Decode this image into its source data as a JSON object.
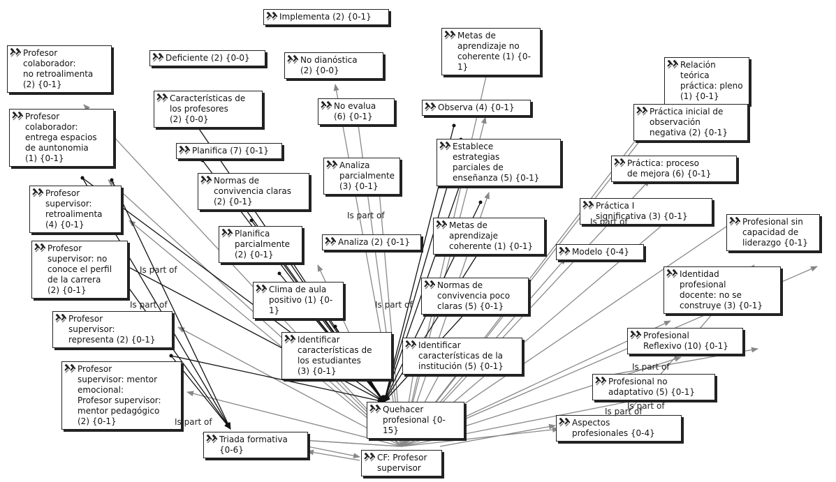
{
  "nodes": [
    {
      "id": "implementa",
      "label": "Implementa  (2) {0-1}"
    },
    {
      "id": "deficiente",
      "label": "Deficiente (2) {0-0}"
    },
    {
      "id": "no_dianostica",
      "label": "No dianóstica\n(2) {0-0}"
    },
    {
      "id": "metas_no_coherente",
      "label": "Metas de\naprendizaje no\ncoherente (1) {0-1}"
    },
    {
      "id": "relacion_teorica",
      "label": "Relación teórica\npráctica: pleno\n(1) {0-1}"
    },
    {
      "id": "prof_colab_no_retro",
      "label": "Profesor\ncolaborador:\nno retroalimenta\n(2) {0-1}"
    },
    {
      "id": "caract_profesores",
      "label": "Características de\nlos profesores\n(2) {0-0}"
    },
    {
      "id": "no_evalua",
      "label": "No evalua\n(6) {0-1}"
    },
    {
      "id": "observa",
      "label": "Observa (4) {0-1}"
    },
    {
      "id": "practica_inicial",
      "label": "Práctica inicial de\nobservación\nnegativa (2) {0-1}"
    },
    {
      "id": "prof_colab_entrega",
      "label": "Profesor\ncolaborador:\nentrega espacios\nde auntonomia\n(1) {0-1}"
    },
    {
      "id": "planifica",
      "label": "Planifica (7) {0-1}"
    },
    {
      "id": "establece",
      "label": "Establece\nestrategias\nparciales de\nenseñanza (5) {0-1}"
    },
    {
      "id": "analiza_parcialmente",
      "label": "Analiza\nparcialmente\n(3) {0-1}"
    },
    {
      "id": "practica_proceso",
      "label": "Práctica: proceso\nde mejora (6) {0-1}"
    },
    {
      "id": "normas_claras",
      "label": "Normas de\nconvivencia claras\n(2) {0-1}"
    },
    {
      "id": "prof_sup_retro",
      "label": "Profesor\nsupervisor:\nretroalimenta\n(4) {0-1}"
    },
    {
      "id": "practica_i",
      "label": "Práctica I\nsignificativa (3) {0-1}"
    },
    {
      "id": "prof_sin_liderazgo",
      "label": "Profesional sin\ncapacidad de\nliderazgo {0-1}"
    },
    {
      "id": "planifica_parcial",
      "label": "Planifica\nparcialmente\n(2) {0-1}"
    },
    {
      "id": "analiza",
      "label": "Analiza (2) {0-1}"
    },
    {
      "id": "metas_coherente",
      "label": "Metas de\naprendizaje\ncoherente (1) {0-1}"
    },
    {
      "id": "modelo",
      "label": "Modelo {0-4}"
    },
    {
      "id": "prof_sup_no_conoce",
      "label": "Profesor\nsupervisor: no\nconoce el perfil\nde la carrera\n(2) {0-1}"
    },
    {
      "id": "identidad",
      "label": "Identidad\nprofesional\ndocente: no se\nconstruye (3) {0-1}"
    },
    {
      "id": "clima_aula",
      "label": "Clima de aula\npositivo (1) {0-1}"
    },
    {
      "id": "normas_poco",
      "label": "Normas de\nconvivencia poco\nclaras (5) {0-1}"
    },
    {
      "id": "prof_sup_representa",
      "label": "Profesor\nsupervisor:\nrepresenta (2) {0-1}"
    },
    {
      "id": "identificar_est",
      "label": "Identificar\ncaracterísticas de\nlos estudiantes\n(3) {0-1}"
    },
    {
      "id": "identificar_inst",
      "label": "Identificar\ncaracterísticas de la\ninstitución (5) {0-1}"
    },
    {
      "id": "prof_reflexivo",
      "label": "Profesional\nReflexivo (10) {0-1}"
    },
    {
      "id": "prof_sup_mentor",
      "label": "Profesor\nsupervisor: mentor\nemocional:\nProfesor supervisor:\nmentor pedagógico\n(2) {0-1}"
    },
    {
      "id": "prof_no_adapt",
      "label": "Profesional no\nadaptativo (5) {0-1}"
    },
    {
      "id": "quehacer",
      "label": "Quehacer\nprofesional {0-15}"
    },
    {
      "id": "aspectos",
      "label": "Aspectos\nprofesionales {0-4}"
    },
    {
      "id": "triada",
      "label": "Triada formativa\n{0-6}"
    },
    {
      "id": "cf_prof_sup",
      "label": "CF: Profesor\nsupervisor"
    }
  ],
  "relation_labels": [
    {
      "id": "r1",
      "text": "Is part of"
    },
    {
      "id": "r2",
      "text": "Is part of"
    },
    {
      "id": "r3",
      "text": "Is part of"
    },
    {
      "id": "r4",
      "text": "Is part of"
    },
    {
      "id": "r5",
      "text": "Is part of"
    },
    {
      "id": "r6",
      "text": "Is part of"
    },
    {
      "id": "r7",
      "text": "Is part of"
    },
    {
      "id": "r8",
      "text": "Is part of"
    },
    {
      "id": "r9",
      "text": "Is part of"
    }
  ],
  "icon": "code-node-icon",
  "colors": {
    "edge": "#888888",
    "edge_dark": "#111111",
    "border": "#222222"
  }
}
